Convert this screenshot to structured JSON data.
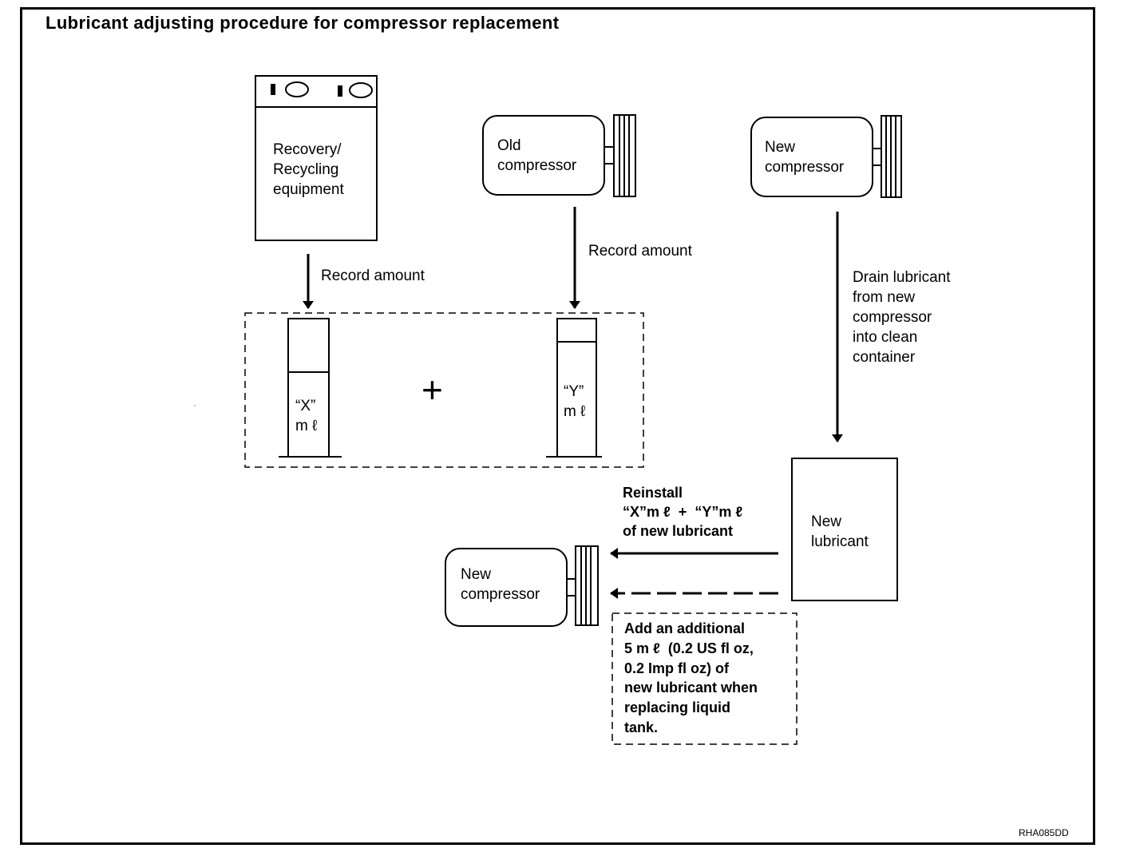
{
  "title": "Lubricant adjusting procedure for compressor replacement",
  "recovery_label": [
    "Recovery/",
    "Recycling",
    "equipment"
  ],
  "old_compressor_label": [
    "Old",
    "compressor"
  ],
  "new_compressor_top_label": [
    "New",
    "compressor"
  ],
  "record_amount_left": "Record amount",
  "record_amount_right": "Record amount",
  "drain_label": [
    "Drain lubricant",
    "from new",
    "compressor",
    "into clean",
    "container"
  ],
  "cylinder_x_label": [
    "“X”",
    "m ℓ"
  ],
  "cylinder_y_label": [
    "“Y”",
    "m ℓ"
  ],
  "plus_sign": "+",
  "new_lubricant_label": [
    "New",
    "lubricant"
  ],
  "reinstall_label": [
    "Reinstall",
    "“X”m ℓ  +  “Y”m ℓ",
    "of new lubricant"
  ],
  "new_compressor_bottom_label": [
    "New",
    "compressor"
  ],
  "additional_note": [
    "Add an additional",
    "5 m ℓ  (0.2 US fl oz,",
    "0.2 Imp fl oz) of",
    "new lubricant when",
    "replacing liquid",
    "tank."
  ],
  "figure_code": "RHA085DD"
}
